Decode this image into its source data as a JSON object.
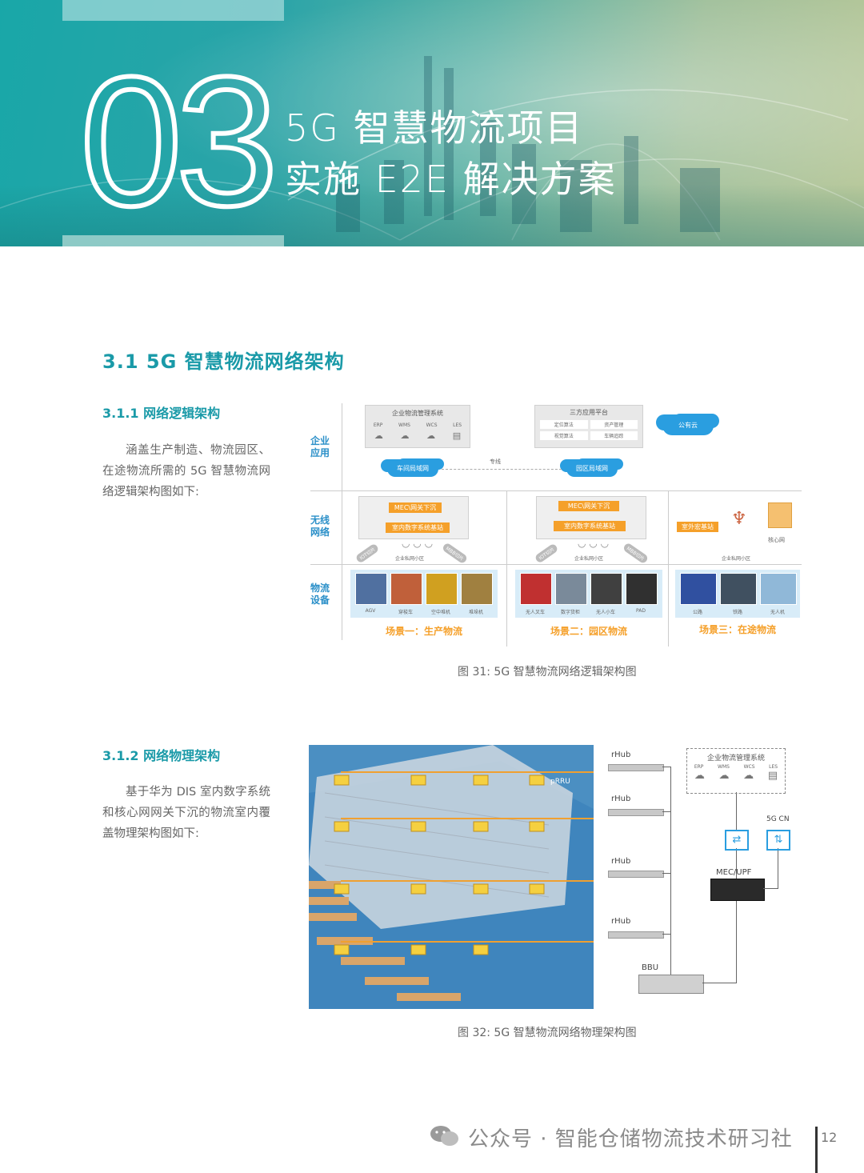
{
  "chapter": {
    "number": "03",
    "title_line1": "5G 智慧物流项目",
    "title_line2": "实施 E2E 解决方案"
  },
  "section": {
    "heading": "3.1 5G 智慧物流网络架构",
    "sub1": {
      "heading": "3.1.1 网络逻辑架构",
      "text": "涵盖生产制造、物流园区、在途物流所需的 5G 智慧物流网络逻辑架构图如下:"
    },
    "sub2": {
      "heading": "3.1.2 网络物理架构",
      "text": "基于华为 DIS 室内数字系统和核心网网关下沉的物流室内覆盖物理架构图如下:"
    }
  },
  "figure31": {
    "row_labels": [
      "企业\n应用",
      "无线\n网络",
      "物流\n设备"
    ],
    "ems_box": {
      "title": "企业物流管理系统",
      "items": [
        "ERP",
        "WMS",
        "WCS",
        "LES"
      ]
    },
    "third_party": {
      "title": "三方应用平台",
      "items": [
        "定位算法",
        "资产管理",
        "视觉算法",
        "车辆追踪"
      ]
    },
    "public_cloud": "公有云",
    "clouds": [
      "车间局域网",
      "园区局域网"
    ],
    "dedicated_line": "专线",
    "mec_label": "MEC\\网关下沉",
    "indoor_bs": "室内数字系统基站",
    "outdoor_bs": "室外宏基站",
    "core_net": "核心网",
    "private_cell": "企业私网小区",
    "iot_slice": "IOT切片",
    "mbb_slice": "MBB切片",
    "scene1": {
      "name": "场景一：生产物流",
      "devices": [
        "AGV",
        "穿梭车",
        "空中堆机",
        "堆垛机"
      ]
    },
    "scene2": {
      "name": "场景二：园区物流",
      "devices": [
        "无人叉车",
        "数字货柜",
        "无人小车",
        "PAD"
      ]
    },
    "scene3": {
      "name": "场景三：在途物流",
      "devices": [
        "公路",
        "铁路",
        "无人机"
      ]
    },
    "caption": "图 31: 5G 智慧物流网络逻辑架构图"
  },
  "figure32": {
    "prru_label": "pRRU",
    "rhub_labels": [
      "rHub",
      "rHub",
      "rHub",
      "rHub"
    ],
    "bbu_label": "BBU",
    "mec_upf_label": "MEC/UPF",
    "core_label": "5G CN",
    "ems": {
      "title": "企业物流管理系统",
      "items": [
        "ERP",
        "WMS",
        "WCS",
        "LES"
      ]
    },
    "caption": "图 32: 5G 智慧物流网络物理架构图"
  },
  "footer": {
    "watermark": "公众号 · 智能仓储物流技术研习社",
    "page": "12"
  },
  "colors": {
    "accent": "#1a9aa8",
    "orange": "#f5a02a",
    "blue": "#2a9ee0"
  }
}
